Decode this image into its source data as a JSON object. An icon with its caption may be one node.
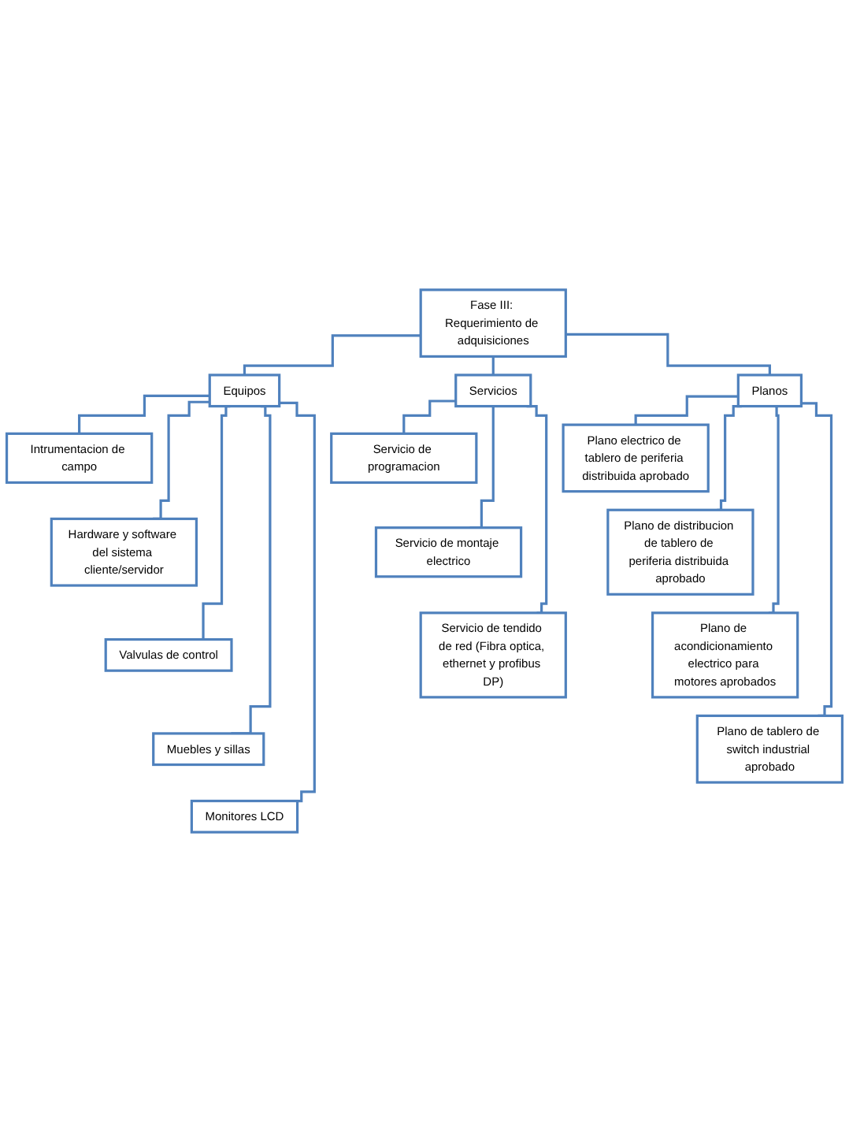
{
  "diagram": {
    "nodes": [
      {
        "text": [
          "Fase III: Requerimiento de adquisiciones"
        ]
      },
      {
        "text": [
          "Equipos"
        ]
      },
      {
        "text": [
          "Servicios"
        ]
      },
      {
        "text": [
          "Planos"
        ]
      },
      {
        "text": [
          "Intrumentacion de campo"
        ]
      },
      {
        "text": [
          "Hardware y software del sistema cliente/servidor"
        ]
      },
      {
        "text": [
          "Valvulas de control"
        ]
      },
      {
        "text": [
          "Muebles y sillas"
        ]
      },
      {
        "text": [
          "Monitores LCD"
        ]
      },
      {
        "text": [
          "Servicio de programacion"
        ]
      },
      {
        "text": [
          "Servicio de montaje electrico"
        ]
      },
      {
        "text": [
          "Servicio de tendido de red (Fibra optica, ethernet y profibus DP)"
        ]
      },
      {
        "text": [
          "Plano electrico de tablero de periferia distribuida aprobado"
        ]
      },
      {
        "text": [
          "Plano de distribucion de tablero de periferia distribuida aprobado"
        ]
      },
      {
        "text": [
          "Plano de acondicionamiento electrico para motores aprobados"
        ]
      },
      {
        "text": [
          "Plano de tablero de switch industrial aprobado"
        ]
      }
    ],
    "edges": [
      {
        "from": 0,
        "to": 1,
        "arrow": "none"
      },
      {
        "from": 0,
        "to": 2,
        "arrow": "none"
      },
      {
        "from": 0,
        "to": 3,
        "arrow": "none"
      },
      {
        "from": 1,
        "to": 4,
        "arrow": "none"
      },
      {
        "from": 1,
        "to": 5,
        "arrow": "none"
      },
      {
        "from": 1,
        "to": 6,
        "arrow": "none"
      },
      {
        "from": 1,
        "to": 7,
        "arrow": "none"
      },
      {
        "from": 1,
        "to": 8,
        "arrow": "none"
      },
      {
        "from": 2,
        "to": 9,
        "arrow": "none"
      },
      {
        "from": 2,
        "to": 10,
        "arrow": "none"
      },
      {
        "from": 2,
        "to": 11,
        "arrow": "none"
      },
      {
        "from": 3,
        "to": 12,
        "arrow": "none"
      },
      {
        "from": 3,
        "to": 13,
        "arrow": "none"
      },
      {
        "from": 3,
        "to": 14,
        "arrow": "none"
      },
      {
        "from": 3,
        "to": 15,
        "arrow": "none"
      }
    ]
  }
}
